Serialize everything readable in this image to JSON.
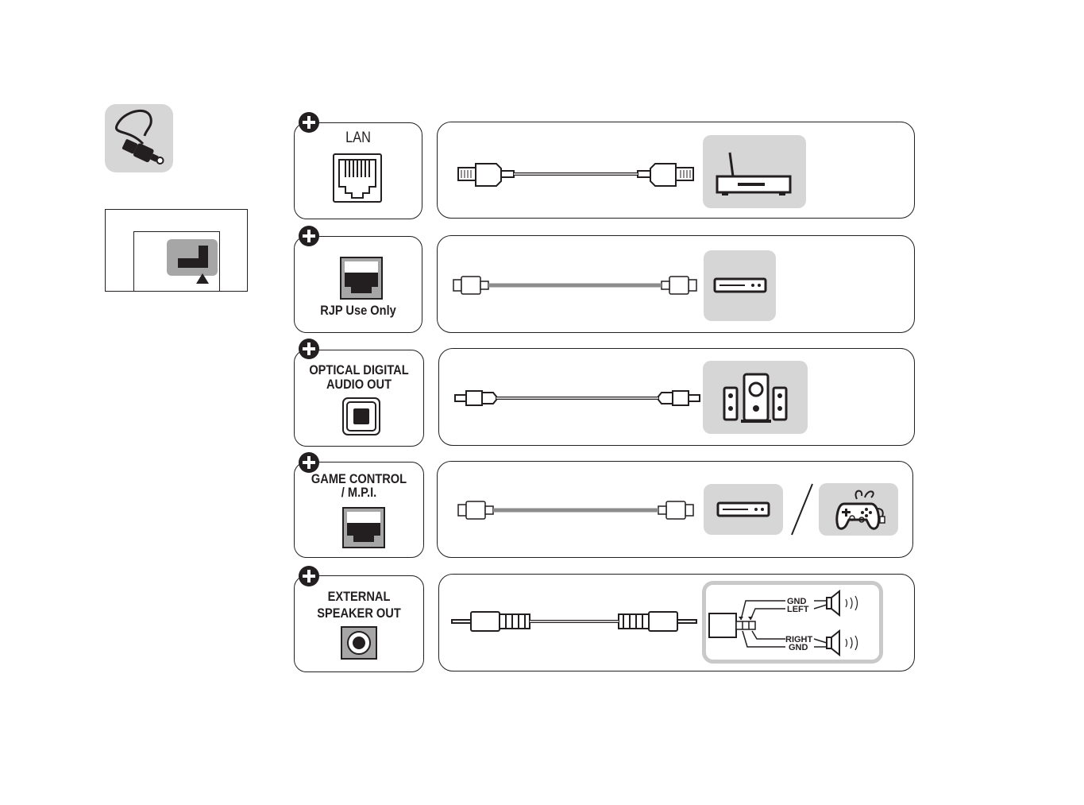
{
  "ports": [
    {
      "label": "LAN"
    },
    {
      "label": "RJP Use Only"
    },
    {
      "label_line1": "OPTICAL DIGITAL",
      "label_line2": "AUDIO OUT"
    },
    {
      "label_line1": "GAME CONTROL",
      "label_line2": "/ M.P.I."
    },
    {
      "label_line1": "EXTERNAL",
      "label_line2": "SPEAKER OUT"
    }
  ],
  "speaker_wiring": {
    "gnd_top": "GND",
    "left": "LEFT",
    "right": "RIGHT",
    "gnd_bottom": "GND"
  },
  "icons": {
    "cable_icon": "cable-connector-icon",
    "router": "router-icon",
    "set_top_box": "set-top-box-icon",
    "speakers": "speaker-system-icon",
    "gamepad": "gamepad-icon"
  },
  "colors": {
    "line": "#231f20",
    "tile": "#d6d6d6",
    "frame": "#c9c9c9"
  }
}
